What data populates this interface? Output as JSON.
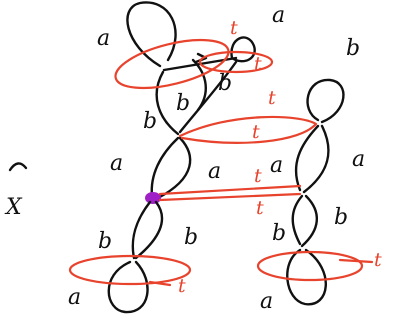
{
  "colors": {
    "ink": "#111111",
    "transition": "#e8432d",
    "highlight": "#a020c8"
  },
  "labels": {
    "a": "a",
    "b": "b",
    "t": "t",
    "hat": "^",
    "x": "X"
  }
}
